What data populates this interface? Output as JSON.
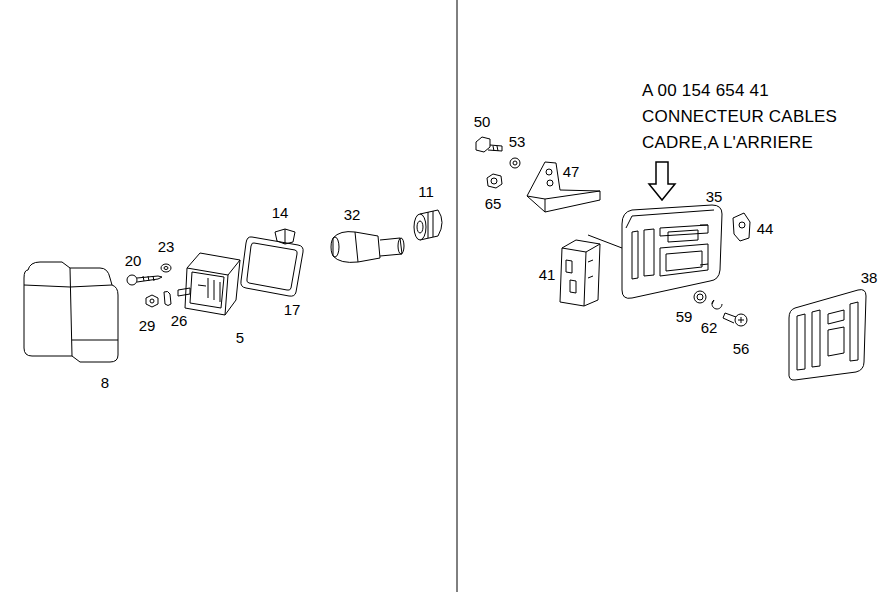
{
  "diagram": {
    "labels": [
      "A 00 154 654 41",
      "CONNECTEUR CABLES",
      "CADRE,A L'ARRIERE",
      "14",
      "32",
      "11",
      "20",
      "23",
      "29",
      "26",
      "5",
      "17",
      "8",
      "50",
      "53",
      "47",
      "65",
      "35",
      "44",
      "41",
      "59",
      "62",
      "56",
      "38"
    ]
  }
}
